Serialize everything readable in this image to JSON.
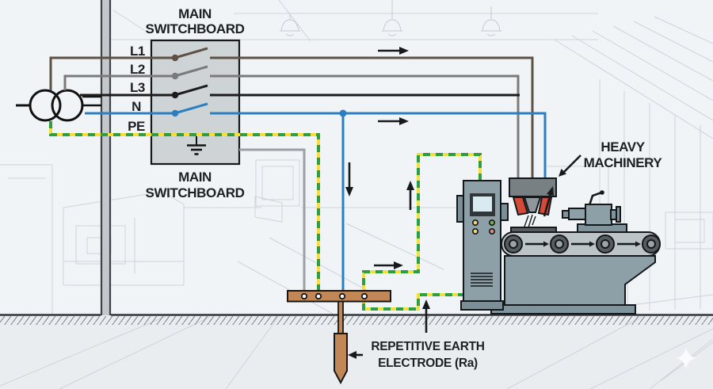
{
  "switchboard": {
    "top": {
      "line1": "MAIN",
      "line2": "SWITCHBOARD"
    },
    "bottom": {
      "line1": "MAIN",
      "line2": "SWITCHBOARD"
    }
  },
  "conductors": {
    "l1": {
      "label": "L1",
      "color": "#5d5146"
    },
    "l2": {
      "label": "L2",
      "color": "#7a7a7a"
    },
    "l3": {
      "label": "L3",
      "color": "#1c1c1c"
    },
    "n": {
      "label": "N",
      "color": "#2b7fc0"
    },
    "pe": {
      "label": "PE",
      "base_color": "#f2de3d",
      "dash_color": "#2f9e41"
    }
  },
  "earth": {
    "conductor_color": "#9aa0a5",
    "bar_color": "#c28757"
  },
  "machinery": {
    "label": {
      "line1": "HEAVY",
      "line2": "MACHINERY"
    },
    "cabinet_color": "#8da0a8",
    "body_color": "#8da0a8",
    "belt_color": "#bcc4c8",
    "screen_color": "#d9eaf0",
    "jaw_color": "#d44a38"
  },
  "electrode": {
    "label": {
      "line1": "REPETITIVE EARTH",
      "line2": "ELECTRODE (Ra)"
    }
  }
}
